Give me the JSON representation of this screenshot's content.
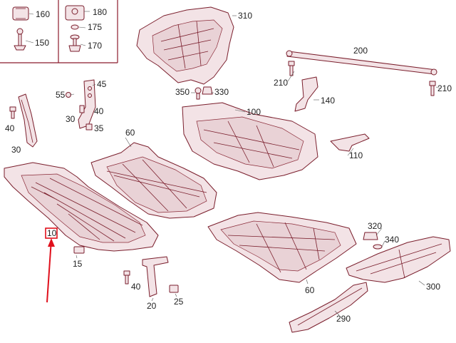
{
  "diagram": {
    "labels": {
      "p160": "160",
      "p150": "150",
      "p180": "180",
      "p175": "175",
      "p170": "170",
      "p310": "310",
      "p200": "200",
      "p210a": "210",
      "p210b": "210",
      "p350": "350",
      "p330": "330",
      "p45": "45",
      "p55": "55",
      "p40a": "40",
      "p30a": "30",
      "p35": "35",
      "p40b": "40",
      "p30b": "30",
      "p60a": "60",
      "p100": "100",
      "p140": "140",
      "p110": "110",
      "p10": "10",
      "p15": "15",
      "p40c": "40",
      "p20": "20",
      "p25": "25",
      "p320": "320",
      "p340": "340",
      "p60b": "60",
      "p300": "300",
      "p290": "290"
    },
    "colors": {
      "line": "#7a1e2c",
      "fill": "#f3e3e6",
      "highlight": "#e0101c",
      "text": "#222222"
    },
    "highlighted_part": "10"
  }
}
